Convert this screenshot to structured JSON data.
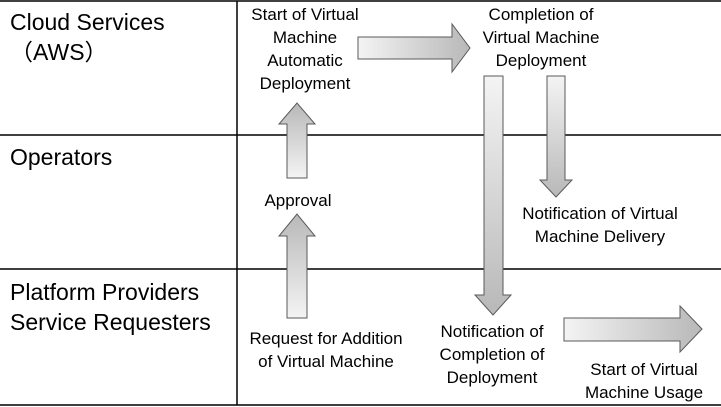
{
  "lanes": [
    {
      "label": "Cloud Services\n（AWS）"
    },
    {
      "label": "Operators"
    },
    {
      "label": "Platform Providers\nService Requesters"
    }
  ],
  "steps": {
    "start_deploy": "Start of Virtual\nMachine\nAutomatic\nDeployment",
    "completion_deploy": "Completion of\nVirtual Machine\nDeployment",
    "approval": "Approval",
    "notify_delivery": "Notification of Virtual\nMachine Delivery",
    "request_addition": "Request for Addition\nof Virtual Machine",
    "notify_completion": "Notification of\nCompletion of\nDeployment",
    "start_usage": "Start of Virtual\nMachine Usage"
  },
  "colors": {
    "line": "#000000",
    "arrow_fill_light": "#f4f4f4",
    "arrow_fill_dark": "#b8b8b8",
    "arrow_stroke": "#5a5a5a"
  }
}
